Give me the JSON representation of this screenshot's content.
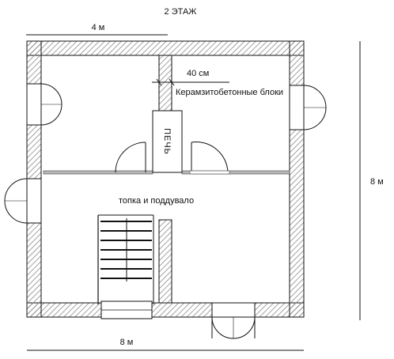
{
  "title": "2 ЭТАЖ",
  "dims": {
    "top_width": "4 м",
    "bottom_width": "8 м",
    "right_height": "8 м",
    "wall_thickness": "40 см"
  },
  "labels": {
    "wall_material": "Керамзитобетонные блоки",
    "stove": "ПЕЧЬ",
    "firebox": "топка и поддувало"
  },
  "colors": {
    "line": "#111111",
    "wall_hatch": "#8a8a8a",
    "partition": "#9a9a9a"
  }
}
